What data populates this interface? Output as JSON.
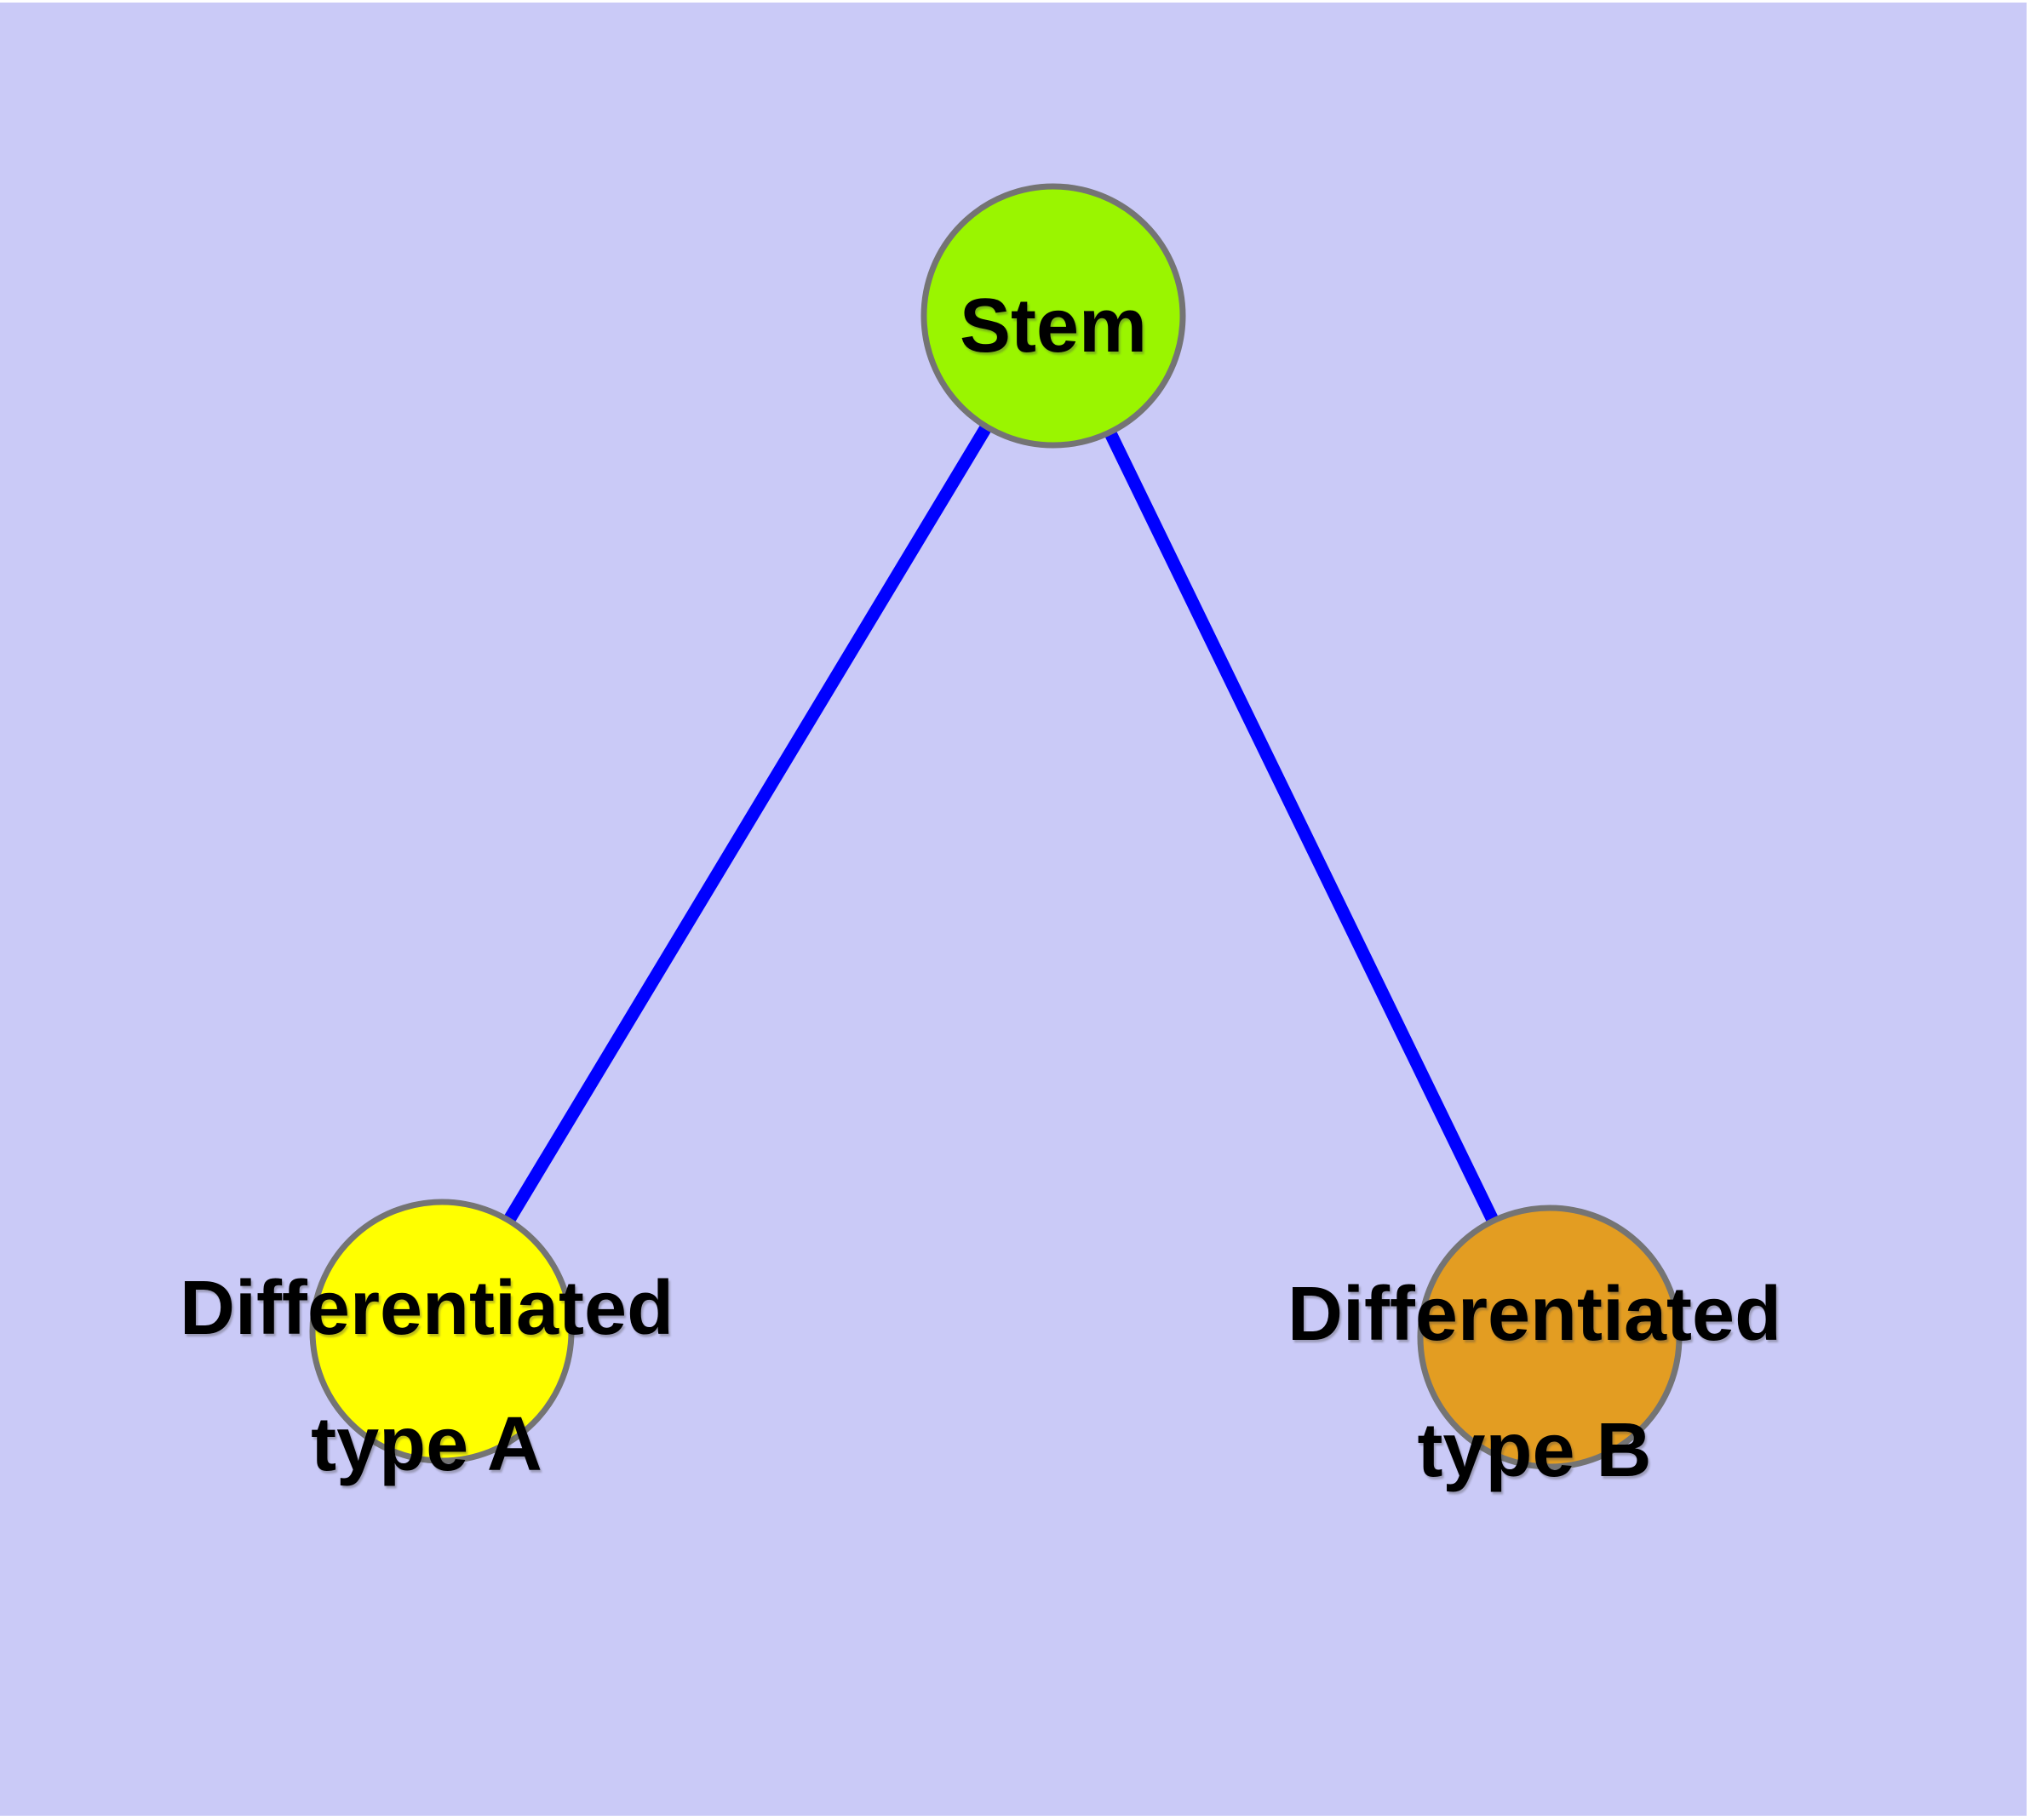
{
  "diagram": {
    "type": "node-link-graph",
    "background_color": "#CACAF7",
    "page_color": "#FFFFFF",
    "edge_color": "#0000FF",
    "node_border_color": "#747474",
    "label_color": "#000000",
    "nodes": [
      {
        "id": "stem",
        "label": "Stem",
        "color": "#9AF500"
      },
      {
        "id": "differentiated-type-a",
        "label": "Differentiated\ntype A",
        "color": "#FFFF00"
      },
      {
        "id": "differentiated-type-b",
        "label": "Differentiated\ntype B",
        "color": "#E39D22"
      }
    ],
    "edges": [
      {
        "from": "stem",
        "to": "differentiated-type-a"
      },
      {
        "from": "stem",
        "to": "differentiated-type-b"
      }
    ]
  }
}
